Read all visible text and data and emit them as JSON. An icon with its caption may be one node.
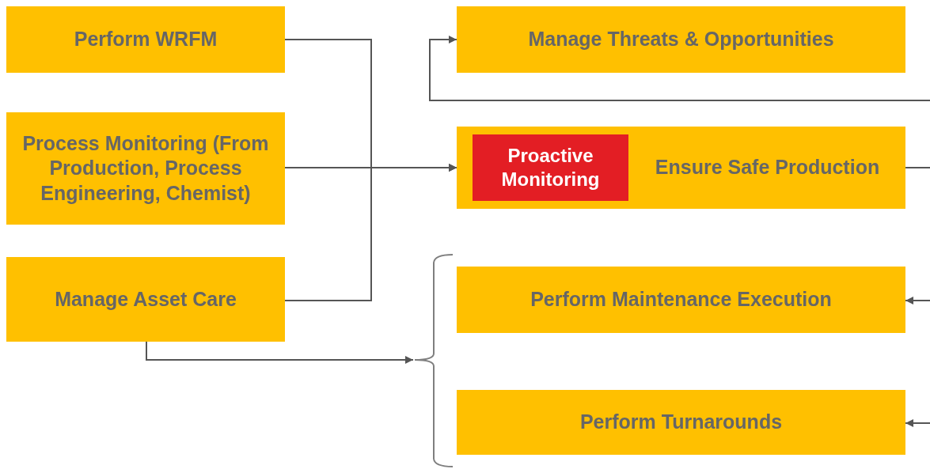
{
  "diagram": {
    "nodes": [
      {
        "text": [
          "Perform WRFM"
        ]
      },
      {
        "text": [
          "Process Monitoring (From Production, Process Engineering, Chemist)"
        ]
      },
      {
        "text": [
          "Manage Asset Care"
        ]
      },
      {
        "text": [
          "Manage Threats & Opportunities"
        ]
      },
      {
        "text": [
          "Ensure Safe Production"
        ]
      },
      {
        "text": [
          "Proactive Monitoring"
        ],
        "in": 4
      },
      {
        "text": [
          "Perform Maintenance Execution"
        ]
      },
      {
        "text": [
          "Perform Turnarounds"
        ]
      },
      {
        "text": [],
        "shape": "brace"
      }
    ],
    "edges": [
      {
        "from": 0,
        "to": 4,
        "arrow": "to"
      },
      {
        "from": 1,
        "to": 4,
        "arrow": "to"
      },
      {
        "from": 2,
        "to": 4,
        "arrow": "to"
      },
      {
        "from": null,
        "to": 3,
        "arrow": "to"
      },
      {
        "from": 4,
        "to": null,
        "arrow": "none"
      },
      {
        "from": null,
        "to": 6,
        "arrow": "to"
      },
      {
        "from": null,
        "to": 7,
        "arrow": "to"
      },
      {
        "from": 2,
        "to": 8,
        "arrow": "to"
      }
    ]
  }
}
